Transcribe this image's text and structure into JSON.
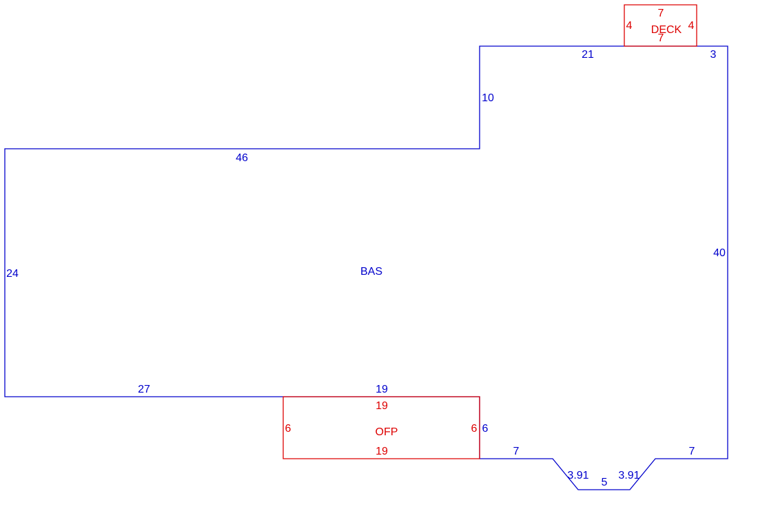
{
  "colors": {
    "main": "#0000cc",
    "addition": "#dd0000"
  },
  "areas": {
    "main": {
      "label": "BAS",
      "dims": [
        "46",
        "10",
        "21",
        "3",
        "40",
        "24",
        "27",
        "19",
        "6",
        "7",
        "3.91",
        "5",
        "3.91",
        "7"
      ]
    },
    "porch": {
      "label": "OFP",
      "dims": [
        "19",
        "19",
        "6",
        "6"
      ]
    },
    "deck": {
      "label": "DECK",
      "dims": [
        "7",
        "7",
        "4",
        "4"
      ]
    }
  }
}
